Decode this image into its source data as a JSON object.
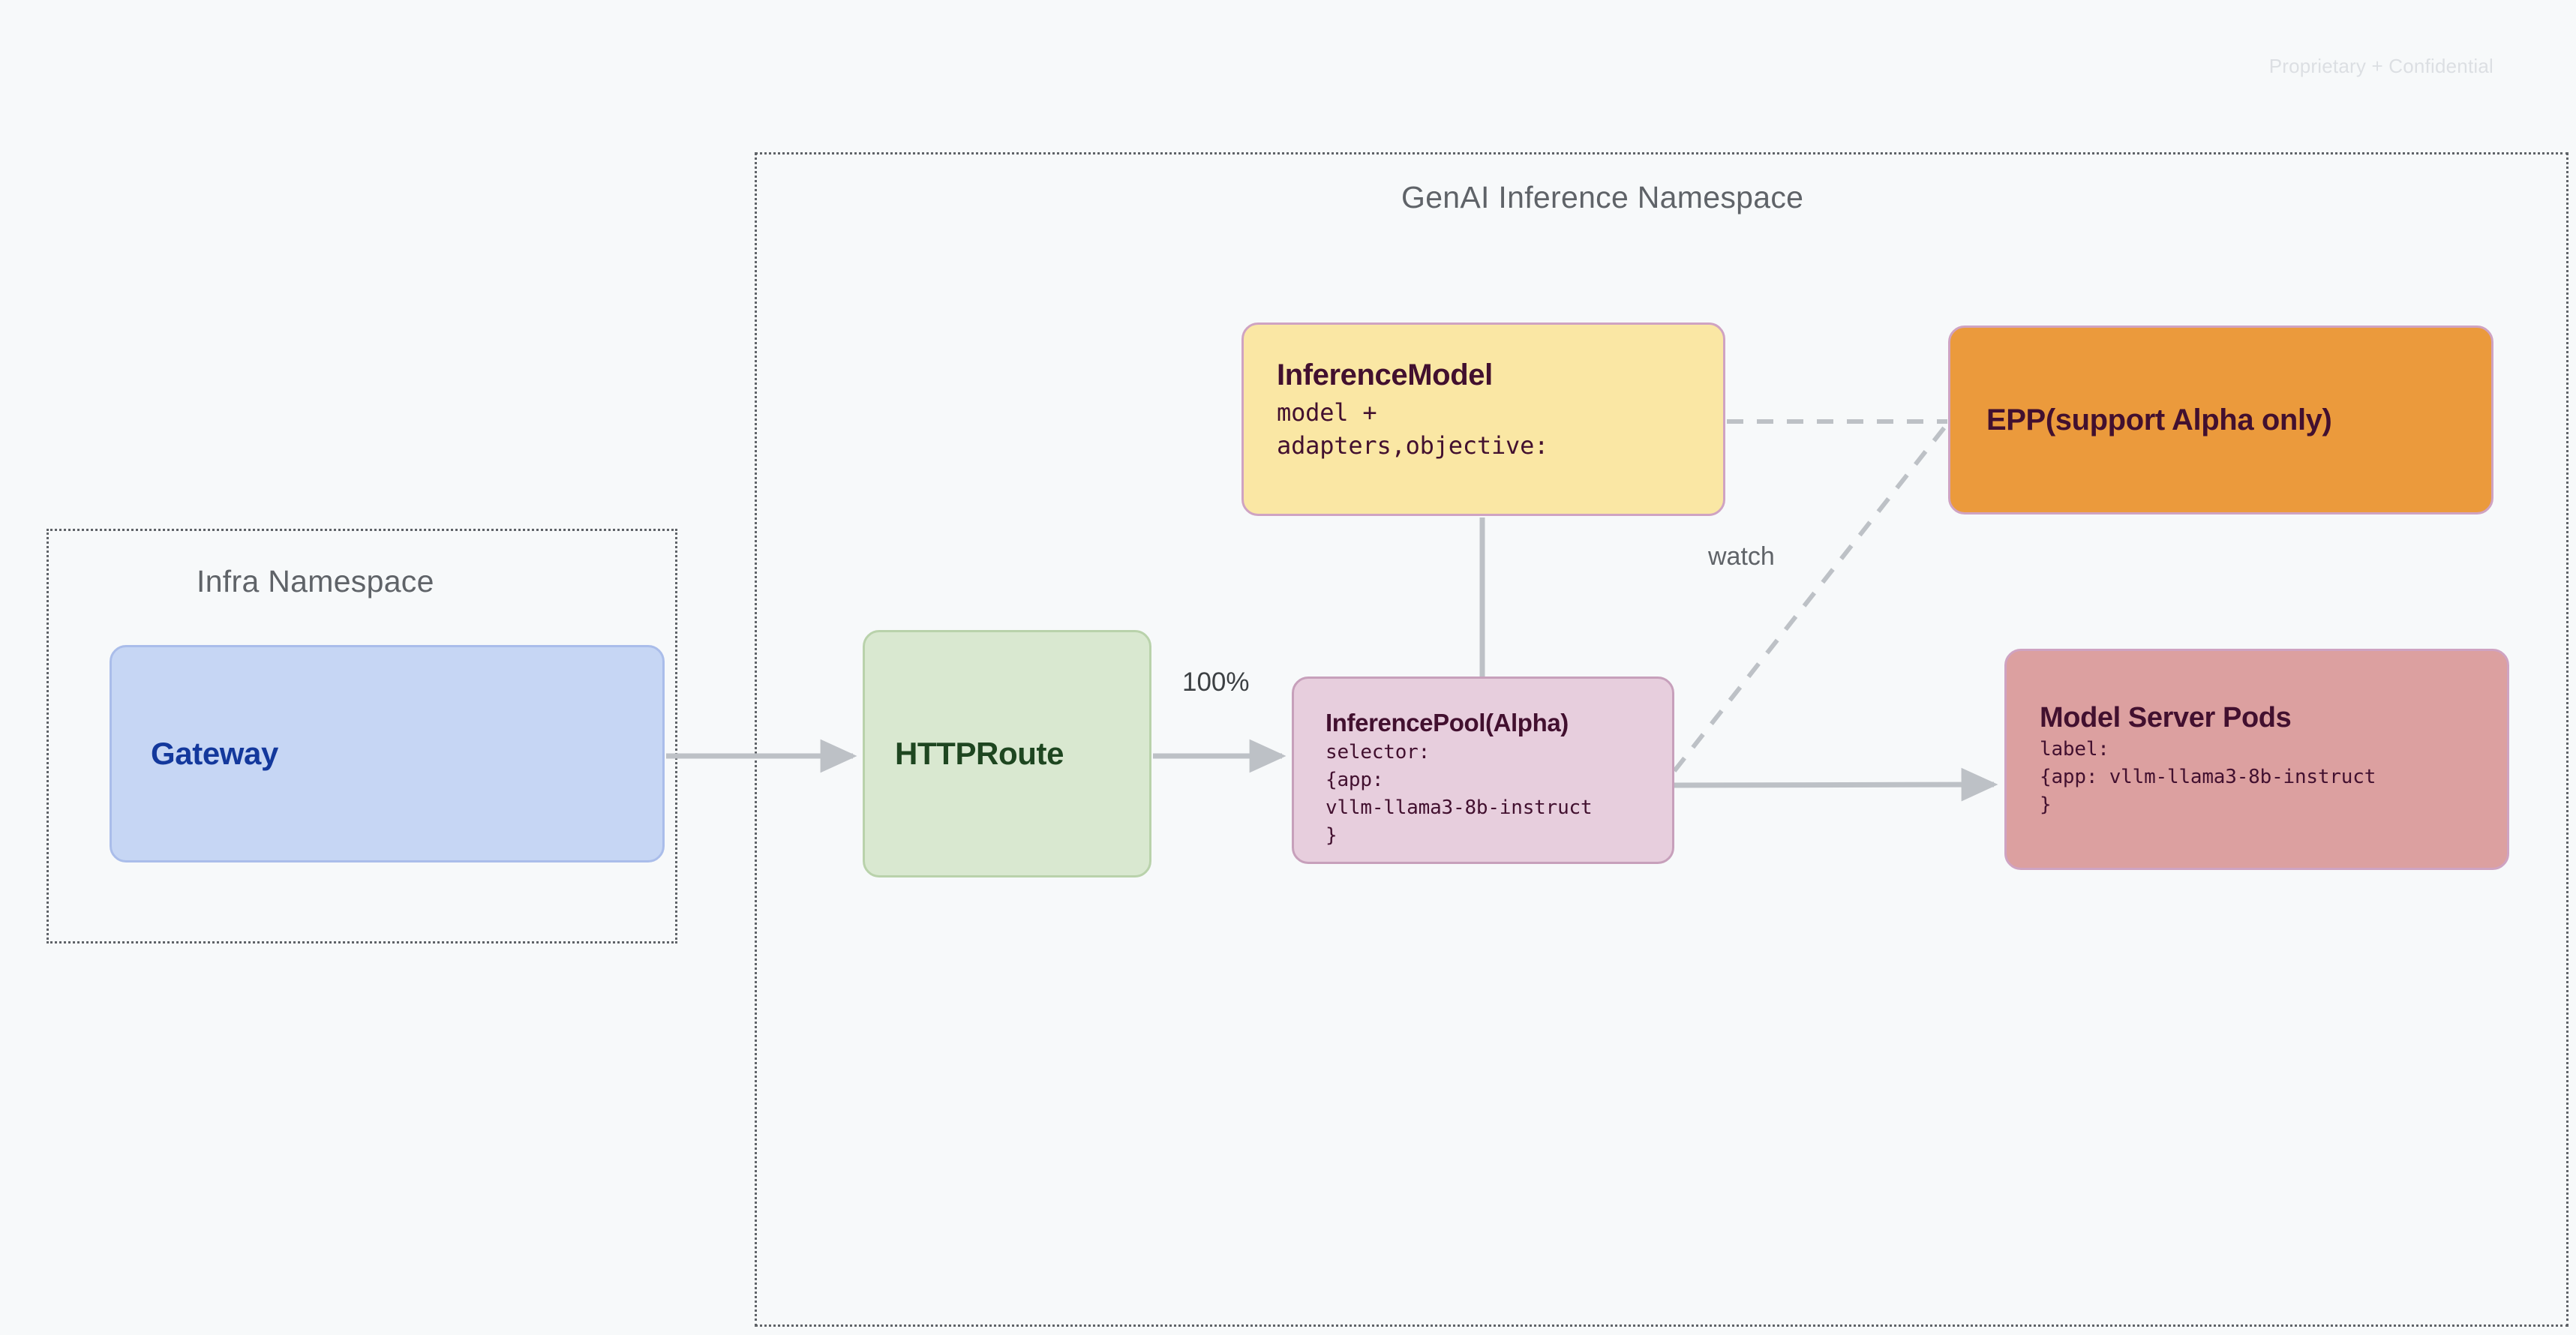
{
  "page": {
    "watermark": "Proprietary + Confidential",
    "background_color": "#f7f9fa"
  },
  "namespaces": [
    {
      "id": "infra",
      "label": "Infra Namespace",
      "border_style": "dotted",
      "border_color": "#5f6368"
    },
    {
      "id": "genai",
      "label": "GenAI Inference Namespace",
      "border_style": "dotted",
      "border_color": "#5f6368"
    }
  ],
  "nodes": {
    "gateway": {
      "title": "Gateway",
      "fill": "#c6d6f4",
      "border": "#aabdea",
      "text_color": "#13389c"
    },
    "httproute": {
      "title": "HTTPRoute",
      "fill": "#d9e8d0",
      "border": "#b9d2ab",
      "text_color": "#1e4620"
    },
    "inferencemodel": {
      "title": "InferenceModel",
      "detail": "model +\nadapters,objective:",
      "fill": "#fae7a4",
      "border": "#cfa3c2",
      "text_color": "#42102f"
    },
    "epp": {
      "title": "EPP(support Alpha only)",
      "fill": "#eb9a3c",
      "border": "#cfa3c2",
      "text_color": "#42102f"
    },
    "inferencepool": {
      "title": "InferencePool(Alpha)",
      "detail": "selector:\n{app:\nvllm-llama3-8b-instruct\n}",
      "fill": "#e7cedd",
      "border": "#c7a0bb",
      "text_color": "#42102f"
    },
    "modelserverpods": {
      "title": "Model Server Pods",
      "detail": "label:\n{app: vllm-llama3-8b-instruct\n}",
      "fill": "#dca0a0",
      "border": "#cfa3c2",
      "text_color": "#42102f"
    }
  },
  "edges": {
    "gateway_to_httproute": {
      "label": "",
      "style": "solid",
      "arrow": true
    },
    "httproute_to_inferencepool": {
      "label": "100%",
      "style": "solid",
      "arrow": true
    },
    "inferencemodel_to_inferencepool": {
      "label": "",
      "style": "solid",
      "arrow": false
    },
    "inferencemodel_to_epp": {
      "label": "",
      "style": "dashed",
      "arrow": false
    },
    "inferencepool_to_epp": {
      "label": "watch",
      "style": "dashed",
      "arrow": false
    },
    "inferencepool_to_modelserverpods": {
      "label": "",
      "style": "solid",
      "arrow": true
    }
  },
  "edge_labels": {
    "traffic_split": "100%",
    "watch": "watch"
  },
  "colors": {
    "edge_stroke": "#bdc1c6",
    "namespace_border": "#5f6368",
    "watermark": "#dcdfe3"
  }
}
